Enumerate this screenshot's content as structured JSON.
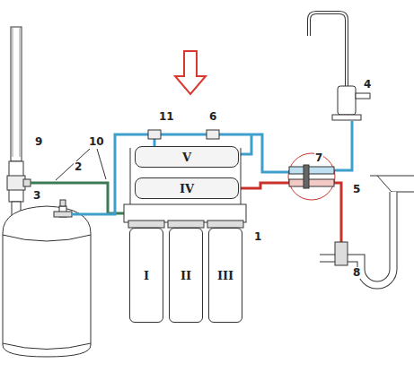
{
  "diagram": {
    "nodes": [
      {
        "text": [
          "V"
        ]
      },
      {
        "text": [
          "IV"
        ]
      },
      {
        "text": [
          "I"
        ]
      },
      {
        "text": [
          "II"
        ]
      },
      {
        "text": [
          "III"
        ]
      }
    ],
    "labels": [
      "9",
      "10",
      "11",
      "6",
      "4",
      "2",
      "3",
      "7",
      "5",
      "8",
      "1"
    ]
  }
}
